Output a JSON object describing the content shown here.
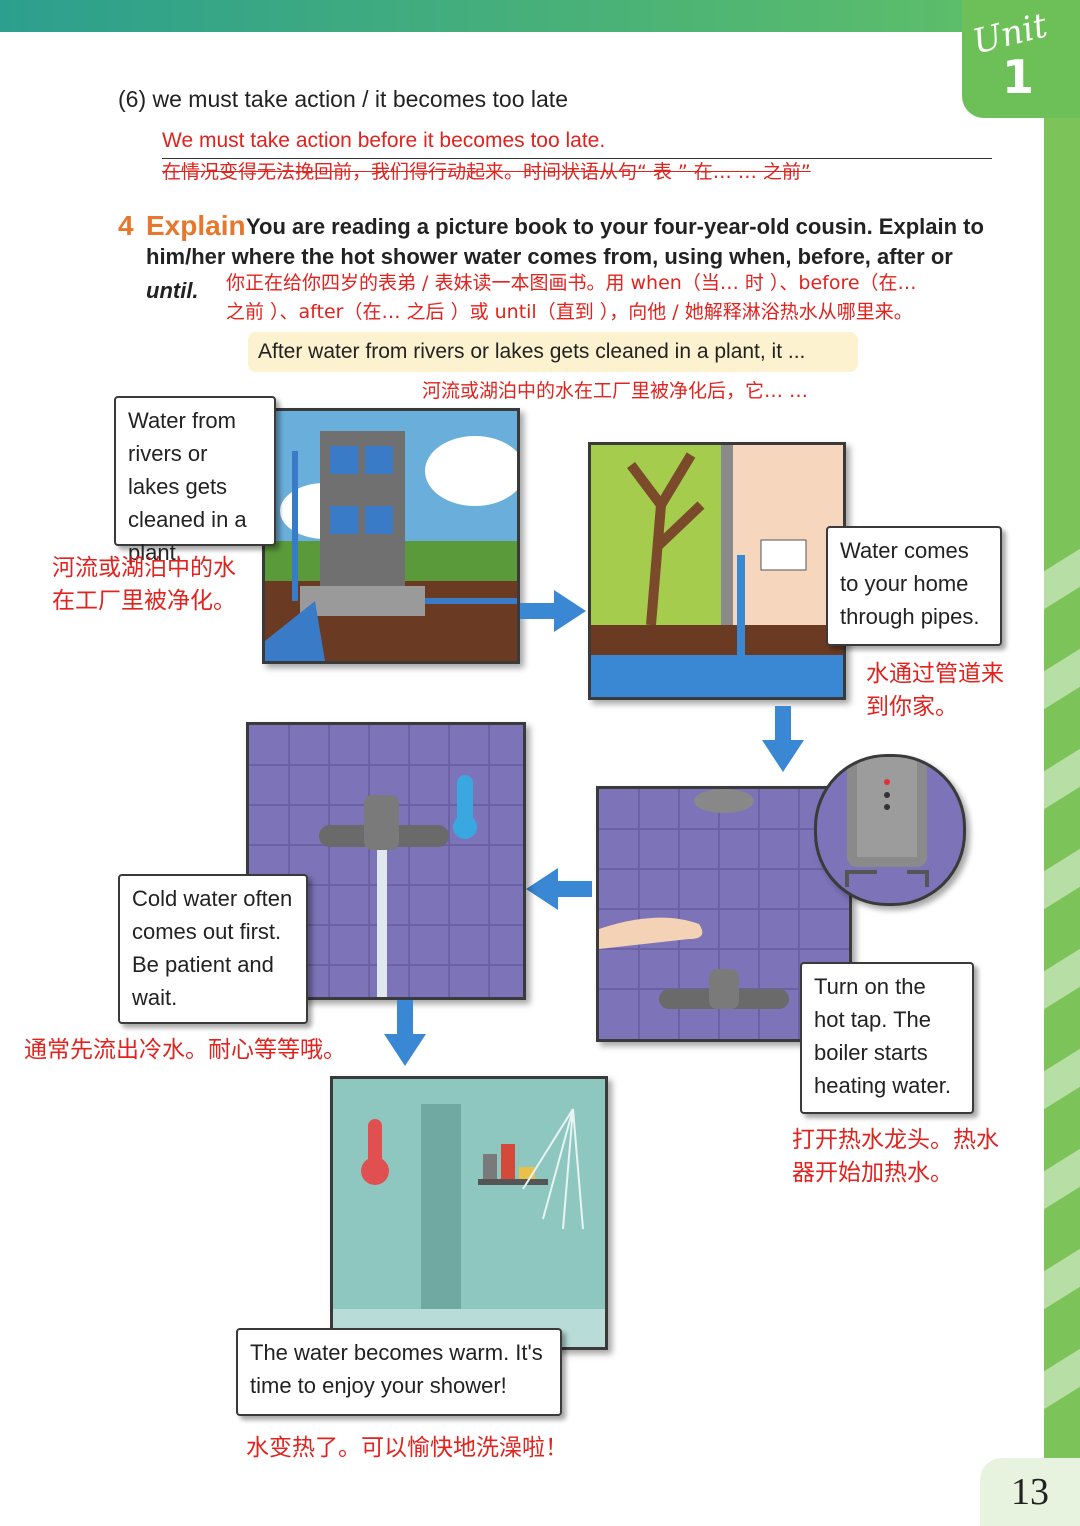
{
  "header": {
    "unit_word": "Unit",
    "unit_number": "1"
  },
  "question6": {
    "prompt": "(6)  we must take action / it becomes too late",
    "answer": "We must take action before it becomes too late.",
    "note_cn": "在情况变得无法挽回前，我们得行动起来。时间状语从句“   表 ”  在… …  之前”"
  },
  "exercise": {
    "number": "4",
    "title": "Explain",
    "instruction_line1": "You are reading a picture book to your four-year-old cousin. Explain to",
    "instruction_line2": "him/her where the hot shower water comes from, using when, before, after or",
    "instruction_until": "until.",
    "instruction_cn_line1": "你正在给你四岁的表弟 / 表妹读一本图画书。用 when（当… 时 ）、before（在…",
    "instruction_cn_line2": "之前 ）、after（在… 之后 ）或 until（直到 ），向他 / 她解释淋浴热水从哪里来。",
    "example": "After water from rivers or lakes gets cleaned in a plant, it ...",
    "example_cn": "河流或湖泊中的水在工厂里被净化后，它… …"
  },
  "steps": [
    {
      "text": "Water from rivers or lakes gets cleaned in a plant.",
      "cn": "河流或湖泊中的水在工厂里被净化。"
    },
    {
      "text": "Water comes to your home through pipes.",
      "cn": "水通过管道来到你家。"
    },
    {
      "text": "Turn on the hot tap. The boiler starts heating water.",
      "cn": "打开热水龙头。热水器开始加热水。"
    },
    {
      "text": "Cold water often comes out first. Be patient and wait.",
      "cn": "通常先流出冷水。耐心等等哦。"
    },
    {
      "text": "The water becomes warm. It's time to enjoy your shower!",
      "cn": "水变热了。可以愉快地洗澡啦！"
    }
  ],
  "page_number": "13",
  "colors": {
    "accent_orange": "#e8772e",
    "chinese_red": "#e0231f",
    "green": "#6dbf57",
    "arrow_blue": "#3a87d4"
  }
}
